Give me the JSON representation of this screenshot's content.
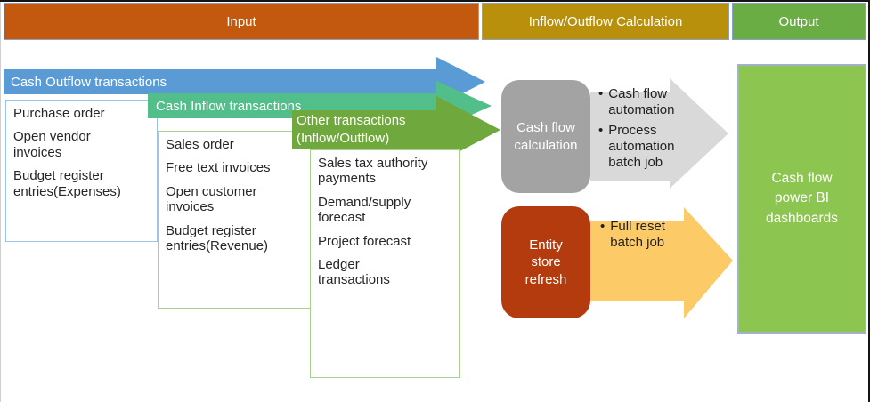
{
  "headers": {
    "input": "Input",
    "calculation": "Inflow/Outflow Calculation",
    "output": "Output"
  },
  "banners": {
    "cash_outflow": "Cash Outflow transactions",
    "cash_inflow": "Cash Inflow transactions",
    "other": "Other transactions\n(Inflow/Outflow)"
  },
  "lists": {
    "outflow": [
      "Purchase order",
      "Open vendor\ninvoices",
      "Budget register\nentries(Expenses)"
    ],
    "inflow": [
      "Sales order",
      "Free text invoices",
      "Open customer\ninvoices",
      "Budget register\nentries(Revenue)"
    ],
    "other": [
      "Sales tax authority\npayments",
      "Demand/supply\nforecast",
      "Project forecast",
      "Ledger\ntransactions"
    ]
  },
  "process": {
    "cash_flow_calculation": {
      "label": "Cash flow\ncalculation",
      "bullets": [
        "Cash flow\nautomation",
        "Process\nautomation\nbatch job"
      ]
    },
    "entity_store_refresh": {
      "label": "Entity\nstore\nrefresh",
      "bullets": [
        "Full reset\nbatch job"
      ]
    }
  },
  "output_box": {
    "label": "Cash flow\npower BI\ndashboards"
  },
  "colors": {
    "input_header": "#c2590e",
    "calc_header": "#b8900b",
    "output_header": "#6bad45",
    "outflow_banner": "#5b9bd5",
    "inflow_banner": "#52be8a",
    "other_banner": "#6fa83c",
    "calc_box": "#a3a3a3",
    "calc_arrow": "#d9d9d9",
    "refresh_box": "#b43b0e",
    "refresh_arrow": "#fccb68",
    "output_box": "#8cc550"
  }
}
